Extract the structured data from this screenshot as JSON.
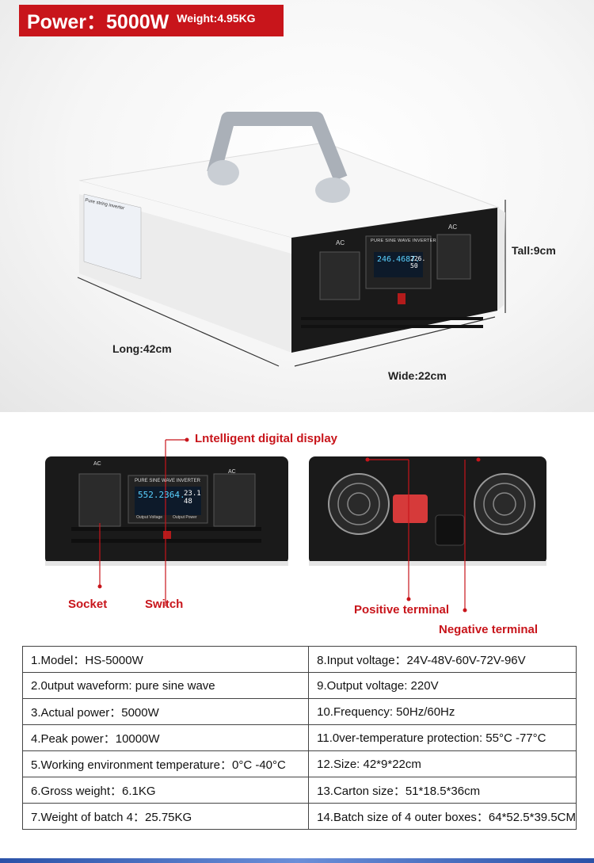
{
  "banner": {
    "power": "Power：5000W",
    "weight": "Weight:4.95KG"
  },
  "dimensions": {
    "long": "Long:42cm",
    "wide": "Wide:22cm",
    "tall": "Tall:9cm"
  },
  "device": {
    "panel_title": "PURE SINE WAVE INVERTER",
    "ac": "AC",
    "top_display": {
      "v1": "246.4",
      "v2": "687.",
      "v3": "226.",
      "v4": "50"
    },
    "front_display": {
      "v1": "552.2",
      "v2": "364.",
      "v3": "23.1",
      "v4": "48"
    },
    "out_voltage": "Output Voltage",
    "out_power": "Output Power",
    "label_title": "Pure string inverter"
  },
  "callouts": {
    "display": "Lntelligent digital display",
    "socket": "Socket",
    "switch": "Switch",
    "positive": "Positive terminal",
    "negative": "Negative terminal"
  },
  "specs": [
    [
      "1.Model：HS-5000W",
      "8.Input voltage：24V-48V-60V-72V-96V"
    ],
    [
      "2.0utput waveform: pure sine wave",
      "9.Output voltage: 220V"
    ],
    [
      "3.Actual power：5000W",
      "10.Frequency: 50Hz/60Hz"
    ],
    [
      "4.Peak power：10000W",
      "11.0ver-temperature protection: 55°C -77°C"
    ],
    [
      "5.Working environment temperature：0°C -40°C",
      "12.Size: 42*9*22cm"
    ],
    [
      "6.Gross weight：6.1KG",
      "13.Carton size：51*18.5*36cm"
    ],
    [
      "7.Weight of batch 4：25.75KG",
      "14.Batch size of 4 outer boxes：64*52.5*39.5CM"
    ]
  ],
  "colors": {
    "accent": "#c8151b",
    "panel": "#1a1a1a",
    "body": "#f2f2f2"
  }
}
